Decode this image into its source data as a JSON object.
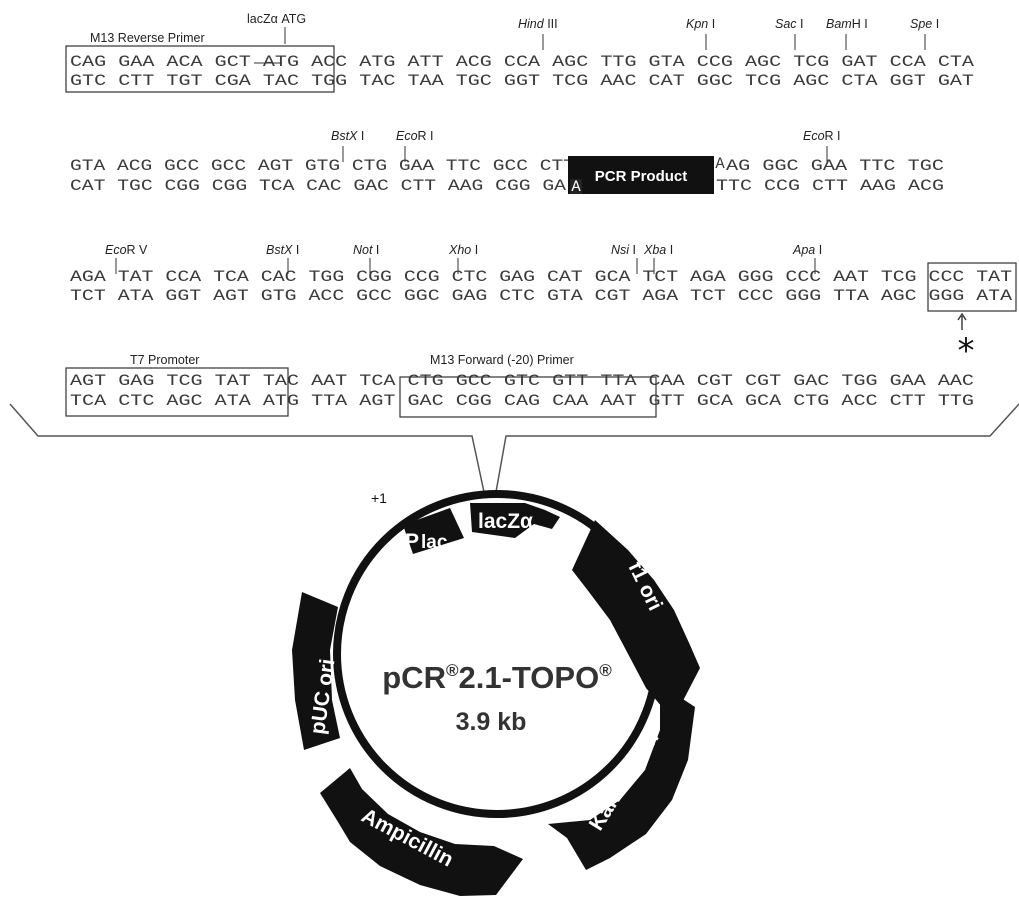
{
  "sequence": {
    "block1": {
      "top": "CAG GAA ACA GCT ATG ACC ATG ATT ACG CCA AGC TTG GTA CCG AGC TCG GAT CCA CTA",
      "bottom": "GTC CTT TGT CGA TAC TGG TAC TAA TGC GGT TCG AAC CAT GGC TCG AGC CTA GGT GAT",
      "sites": [
        {
          "name": "Hind",
          "suffix": " III"
        },
        {
          "name": "Kpn",
          "suffix": " I"
        },
        {
          "name": "Sac",
          "suffix": " I"
        },
        {
          "name": "Bam",
          "suffix": "H I"
        },
        {
          "name": "Spe",
          "suffix": " I"
        }
      ],
      "primer_label": "M13 Reverse Primer",
      "lacz_label": "lacZα ATG"
    },
    "block2": {
      "top_left": "GTA ACG GCC GCC AGT GTG CTG GAA TTC GCC CTT",
      "top_right": "AG GGC GAA TTC TGC",
      "bottom_left": "CAT TGC CGG CGG TCA CAC GAC CTT AAG CGG GA",
      "bottom_right": "TTC CCG CTT AAG ACG",
      "overhang": "A",
      "pcr_product": "PCR Product",
      "sites": [
        {
          "name": "BstX",
          "suffix": " I"
        },
        {
          "name": "Eco",
          "suffix": "R I"
        },
        {
          "name": "Eco",
          "suffix": "R I"
        }
      ]
    },
    "block3": {
      "top": "AGA TAT CCA TCA CAC TGG CGG CCG CTC GAG CAT GCA TCT AGA GGG CCC AAT TCG CCC TAT",
      "bottom": "TCT ATA GGT AGT GTG ACC GCC GGC GAG CTC GTA CGT AGA TCT CCC GGG TTA AGC GGG ATA",
      "asterisk": "*",
      "sites": [
        {
          "name": "Eco",
          "suffix": "R V"
        },
        {
          "name": "BstX",
          "suffix": " I"
        },
        {
          "name": "Not",
          "suffix": " I"
        },
        {
          "name": "Xho",
          "suffix": " I"
        },
        {
          "name": "Nsi",
          "suffix": " I"
        },
        {
          "name": "Xba",
          "suffix": " I"
        },
        {
          "name": "Apa",
          "suffix": " I"
        }
      ]
    },
    "block4": {
      "top": "AGT GAG TCG TAT TAC AAT TCA CTG GCC GTC GTT TTA CAA CGT CGT GAC TGG GAA AAC",
      "bottom": "TCA CTC AGC ATA ATG TTA AGT GAC CGG CAG CAA AAT GTT GCA GCA CTG ACC CTT TTG",
      "t7_label": "T7 Promoter",
      "m13f_label": "M13 Forward (-20) Primer"
    }
  },
  "plasmid": {
    "name_main": "pCR",
    "name_reg1": "®",
    "name_mid": "2.1-TOPO",
    "name_reg2": "®",
    "size": "3.9 kb",
    "plus_one": "+1",
    "features": {
      "plac_p": "P",
      "plac_sub": "lac",
      "lacz": "lacZα",
      "f1ori": "f1 ori",
      "kanamycin": "Kanamycin",
      "ampicillin": "Ampicillin",
      "puc": "pUC ori"
    }
  }
}
